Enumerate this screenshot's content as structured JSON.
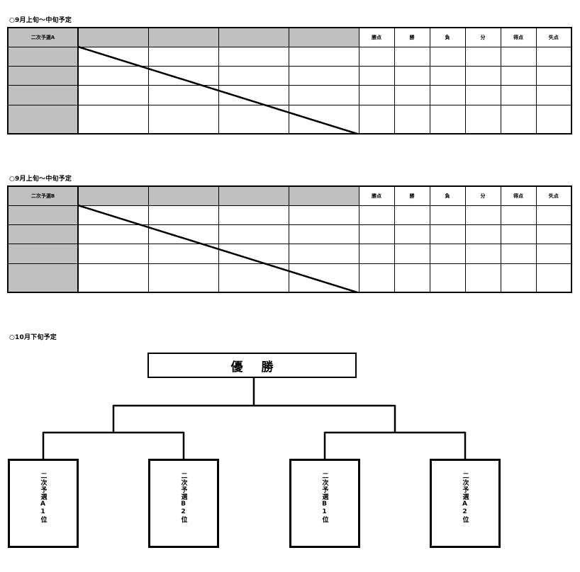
{
  "section_a": {
    "caption": "○9月上旬～中旬予定",
    "table_label": "二次予選A"
  },
  "section_b": {
    "caption": "○9月上旬～中旬予定",
    "table_label": "二次予選B"
  },
  "stat_headers": [
    "勝点",
    "勝",
    "負",
    "分",
    "得点",
    "失点"
  ],
  "tournament": {
    "caption": "○10月下旬予定",
    "champion_label": "優 勝",
    "teams": [
      "二次予選A1位",
      "二次予選B2位",
      "二次予選B1位",
      "二次予選A2位"
    ]
  }
}
